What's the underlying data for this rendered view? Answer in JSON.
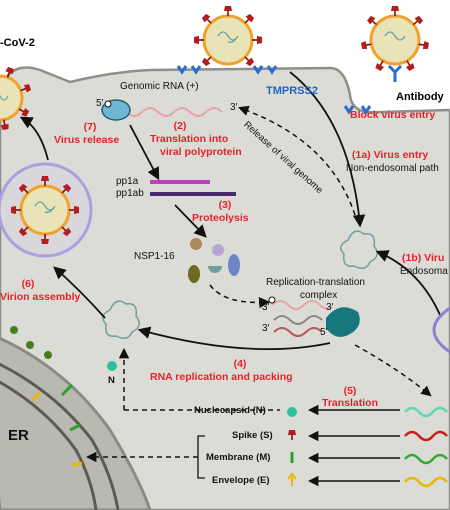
{
  "labels": {
    "virus_name": "-CoV-2",
    "genomic_rna": "Genomic RNA (+)",
    "five_prime": "5'",
    "three_prime": "3'",
    "tmprss2": "TMPRSS2",
    "antibody": "Antibody",
    "block_entry": "Block virus entry",
    "release_genome": "Release of viral genome",
    "pp1a": "pp1a",
    "pp1ab": "pp1ab",
    "nsp": "NSP1-16",
    "rtc_a": "Replication-translation",
    "rtc_b": "complex",
    "n_letter": "N",
    "er": "ER"
  },
  "steps": {
    "s7_num": "(7)",
    "s7_label": "Virus release",
    "s2_num": "(2)",
    "s2_label_a": "Translation into",
    "s2_label_b": "viral polyprotein",
    "s1a_label": "(1a) Virus entry",
    "s1a_sub": "Non-endosomal path",
    "s3_num": "(3)",
    "s3_label": "Proteolysis",
    "s1b_label": "(1b) Viru",
    "s1b_sub": "Endosoma",
    "s6_num": "(6)",
    "s6_label": "Virion assembly",
    "s4_num": "(4)",
    "s4_label": "RNA replication and packing",
    "s5_num": "(5)",
    "s5_label": "Translation"
  },
  "proteins": [
    "Nuclecapsid (N)",
    "Spike (S)",
    "Membrane (M)",
    "Envelope (E)"
  ],
  "colors": {
    "step_red": "#e8202a",
    "receptor_blue": "#2a6ed1",
    "cell_grey": "#dcdcd7"
  }
}
